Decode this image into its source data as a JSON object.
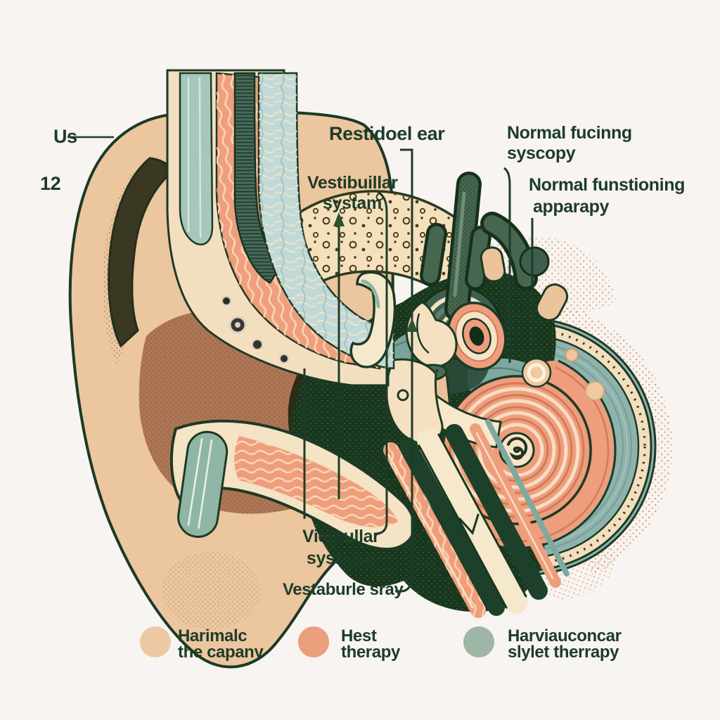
{
  "annotations": {
    "us": {
      "text": "Us"
    },
    "marker_12": {
      "text": "12"
    },
    "residual_ear": {
      "text": "Restidoel ear"
    },
    "vestibular_system": {
      "line1": "Vestibuillar",
      "line2": "systam"
    },
    "normal_fucinng": {
      "line1": "Normal fucinng",
      "line2": "syscopy"
    },
    "normal_functioning": {
      "line1": "Normal funstioning",
      "line2": "apparapy"
    },
    "vestibular_therapy": {
      "line1": "Vietbullar",
      "line2": "sysrapy"
    },
    "vestibule_spray": {
      "text": "Vestaburle sray"
    }
  },
  "legend": {
    "items": [
      {
        "color": "#ecc9a2",
        "line1": "Harimalc",
        "line2": "the capany"
      },
      {
        "color": "#ec9e7d",
        "line1": "Hest",
        "line2": "therapy"
      },
      {
        "color": "#9fb5a6",
        "line1": "Harviauconcar",
        "line2": "slylet therrapy"
      }
    ]
  },
  "palette": {
    "background": "#f7f4f1",
    "label_text": "#1d3c28",
    "outline_dark_green": "#1c3a26",
    "skin_tan": "#ecc69f",
    "muscle_salmon": "#ee9e7c",
    "canal_teal": "#a5c7bc",
    "inner_ear_teal": "#8fb3ac",
    "cavity_dark_green": "#17381f",
    "bone_cream": "#f4e0bc"
  }
}
